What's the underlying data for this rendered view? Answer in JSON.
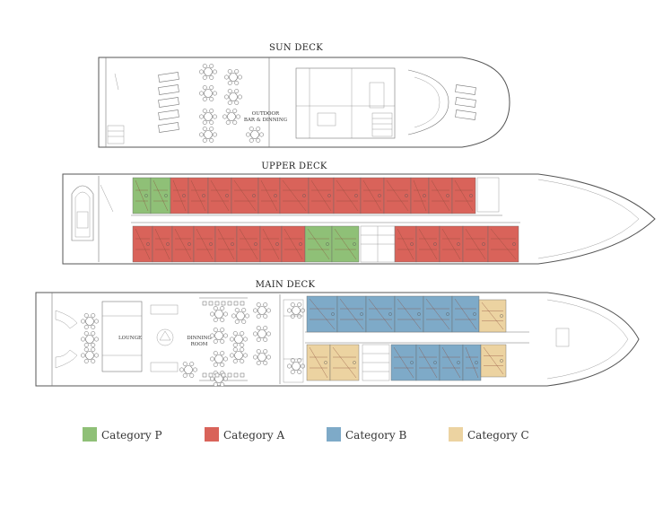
{
  "decks": {
    "sun": {
      "title": "SUN DECK",
      "label_bar": "OUTDOOR",
      "label_bar2": "BAR & DINNING"
    },
    "upper": {
      "title": "UPPER DECK"
    },
    "main": {
      "title": "MAIN DECK",
      "label_lounge": "LOUNGE",
      "label_dining": "DINNING",
      "label_dining2": "ROOM"
    }
  },
  "legend": [
    {
      "label": "Category P",
      "color": "#8fc077"
    },
    {
      "label": "Category A",
      "color": "#d9635a"
    },
    {
      "label": "Category  B",
      "color": "#7eaac8"
    },
    {
      "label": "Category  C",
      "color": "#ecd3a1"
    }
  ],
  "colors": {
    "category_p": "#8fc077",
    "category_a": "#d9635a",
    "category_b": "#7eaac8",
    "category_c": "#ecd3a1",
    "hull_stroke": "#555555"
  }
}
